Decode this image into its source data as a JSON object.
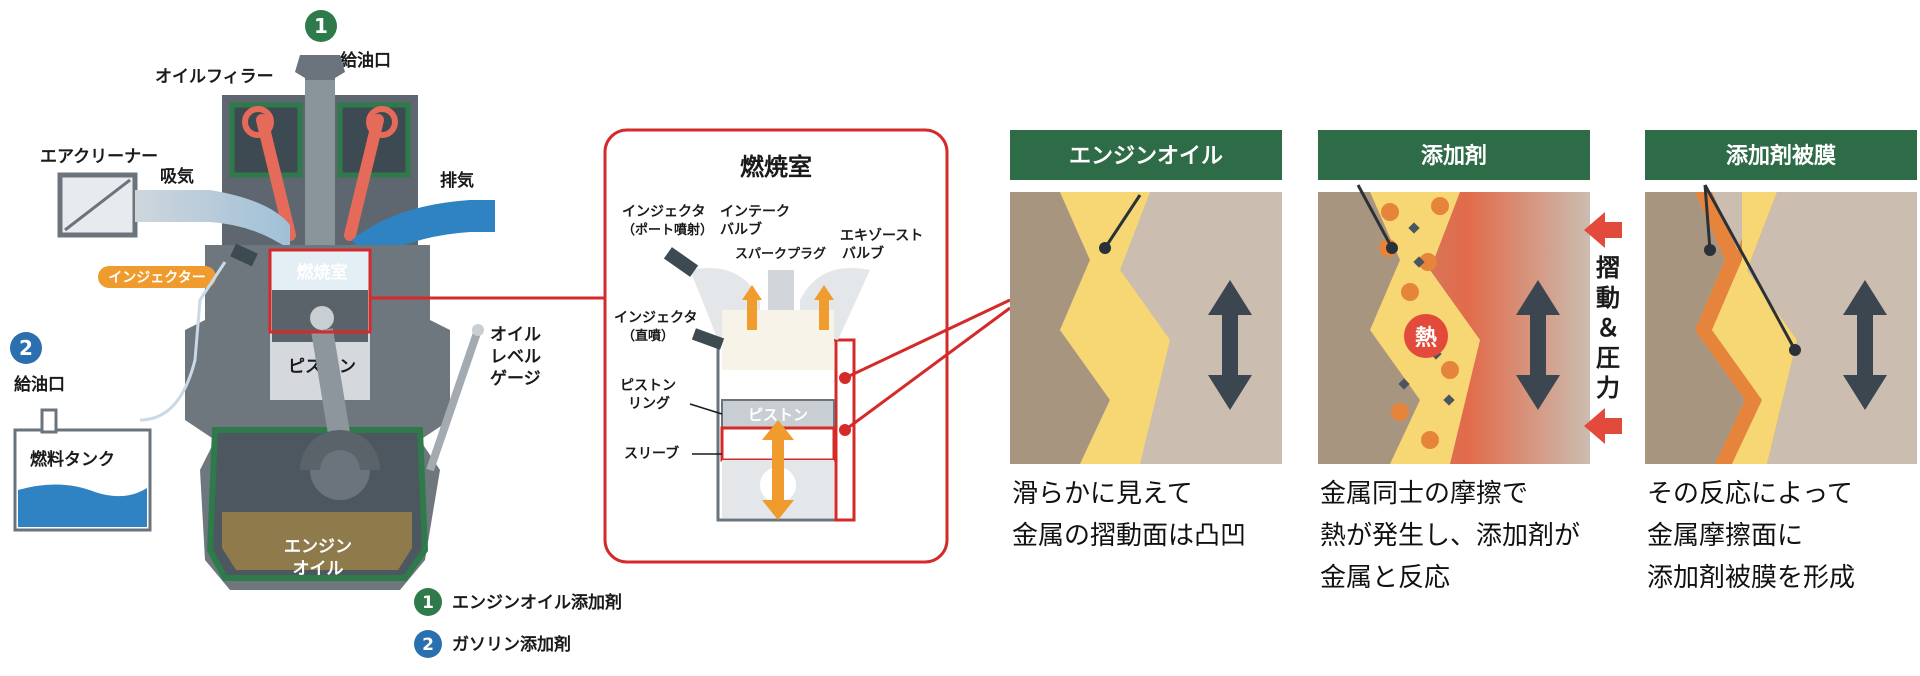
{
  "engine": {
    "marker_1": "1",
    "marker_2": "2",
    "filler_top": "給油口",
    "oil_filler": "オイルフィラー",
    "air_cleaner": "エアクリーナー",
    "intake": "吸気",
    "exhaust": "排気",
    "injector": "インジェクター",
    "chamber": "燃焼室",
    "piston": "ピストン",
    "oil_level_1": "オイル",
    "oil_level_2": "レベル",
    "oil_level_3": "ゲージ",
    "filler_fuel": "給油口",
    "fuel_tank": "燃料タンク",
    "engine_oil_1": "エンジン",
    "engine_oil_2": "オイル"
  },
  "legend": [
    {
      "num": "1",
      "label": "エンジンオイル添加剤"
    },
    {
      "num": "2",
      "label": "ガソリン添加剤"
    }
  ],
  "chamber_detail": {
    "title": "燃焼室",
    "injector_port_1": "インジェクタ",
    "injector_port_2": "（ポート噴射）",
    "intake_valve_1": "インテーク",
    "intake_valve_2": "バルブ",
    "spark_plug": "スパークプラグ",
    "exhaust_valve_1": "エキゾースト",
    "exhaust_valve_2": "バルブ",
    "injector_direct_1": "インジェクタ",
    "injector_direct_2": "（直噴）",
    "piston_ring_1": "ピストン",
    "piston_ring_2": "リング",
    "piston": "ピストン",
    "sleeve": "スリーブ"
  },
  "panels": [
    {
      "header": "エンジンオイル",
      "caption_1": "滑らかに見えて",
      "caption_2": "金属の摺動面は凸凹",
      "caption_3": ""
    },
    {
      "header": "添加剤",
      "caption_1": "金属同士の摩擦で",
      "caption_2": "熱が発生し、添加剤が",
      "caption_3": "金属と反応",
      "heat": "熱"
    },
    {
      "header": "添加剤被膜",
      "caption_1": "その反応によって",
      "caption_2": "金属摩擦面に",
      "caption_3": "添加剤被膜を形成"
    }
  ],
  "pressure_label": [
    "摺",
    "動",
    "＆",
    "圧",
    "力"
  ],
  "colors": {
    "header_green": "#2e6b47",
    "marker_1_green": "#2f7a4a",
    "marker_2_blue": "#2a6fb0",
    "red": "#d42a2a",
    "metal_left": "#a89580",
    "metal_right": "#cbbdb0",
    "oil_yellow": "#f6d773",
    "additive_orange": "#e7843c",
    "arrow_dark": "#3b4650",
    "arrow_orange": "#ef9b2d",
    "injector_badge": "#ef9b2d"
  }
}
